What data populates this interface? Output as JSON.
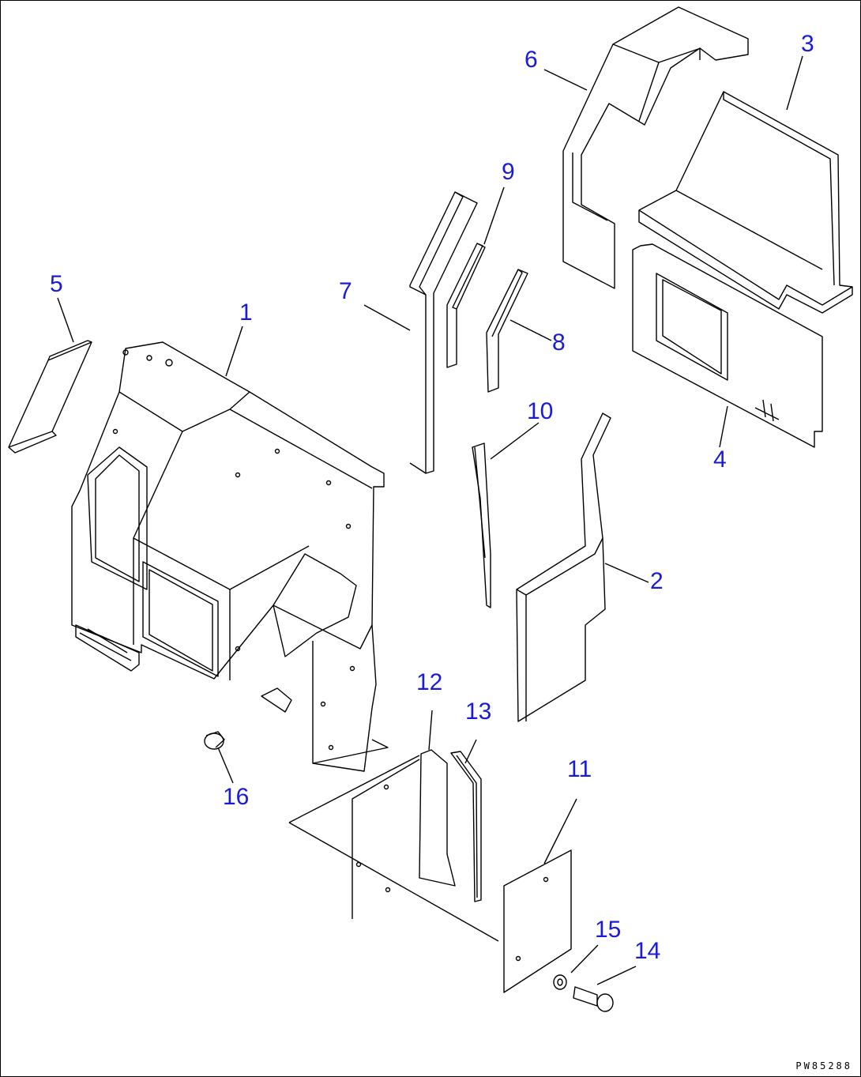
{
  "diagram": {
    "drawing_id": "PW85288",
    "callouts": [
      {
        "id": "c1",
        "label": "1"
      },
      {
        "id": "c2",
        "label": "2"
      },
      {
        "id": "c3",
        "label": "3"
      },
      {
        "id": "c4",
        "label": "4"
      },
      {
        "id": "c5",
        "label": "5"
      },
      {
        "id": "c6",
        "label": "6"
      },
      {
        "id": "c7",
        "label": "7"
      },
      {
        "id": "c8",
        "label": "8"
      },
      {
        "id": "c9",
        "label": "9"
      },
      {
        "id": "c10",
        "label": "10"
      },
      {
        "id": "c11",
        "label": "11"
      },
      {
        "id": "c12",
        "label": "12"
      },
      {
        "id": "c13",
        "label": "13"
      },
      {
        "id": "c14",
        "label": "14"
      },
      {
        "id": "c15",
        "label": "15"
      },
      {
        "id": "c16",
        "label": "16"
      }
    ],
    "colors": {
      "callout": "#1a1adb",
      "line": "#000000",
      "background": "#ffffff"
    }
  }
}
